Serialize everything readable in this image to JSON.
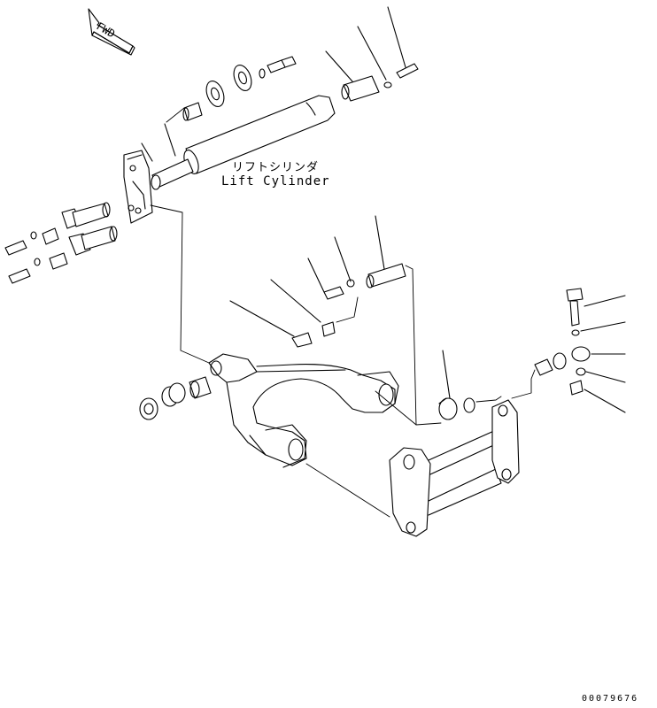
{
  "fwd_label": "FWD",
  "lift_cylinder": {
    "label_jp": "リフトシリンダ",
    "label_en": "Lift Cylinder"
  },
  "drawing_number": "00079676"
}
